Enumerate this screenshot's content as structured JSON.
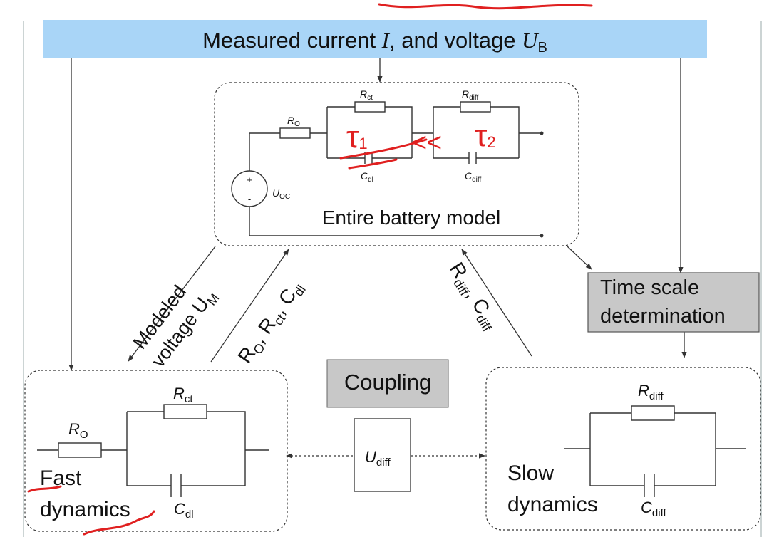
{
  "header": {
    "prefix": "Measured current ",
    "current_symbol": "I",
    "middle": ", and voltage ",
    "voltage_symbol": "U",
    "voltage_sub": "B"
  },
  "entire_model": {
    "title": "Entire battery model",
    "r0": "R",
    "r0_sub": "O",
    "rct": "R",
    "rct_sub": "ct",
    "rdiff": "R",
    "rdiff_sub": "diff",
    "cdl": "C",
    "cdl_sub": "dl",
    "cdiff": "C",
    "cdiff_sub": "diff",
    "uoc": "U",
    "uoc_sub": "OC",
    "plus": "+",
    "minus": "-"
  },
  "handwriting": {
    "tau1": "τ",
    "tau1_sub": "1",
    "less": "<<",
    "tau2": "τ",
    "tau2_sub": "2"
  },
  "arrow_labels": {
    "modeled_line1": "Modeled",
    "modeled_line2": "voltage U",
    "modeled_sub": "M",
    "fast_params": "R",
    "fast_params_r0_sub": "O",
    "fast_params_rct": ", R",
    "fast_params_rct_sub": "ct",
    "fast_params_cdl": ", C",
    "fast_params_cdl_sub": "dl",
    "slow_params_r": "R",
    "slow_params_r_sub": "diff",
    "slow_params_c": ", C",
    "slow_params_c_sub": "diff"
  },
  "time_scale": {
    "line1": "Time scale",
    "line2": "determination"
  },
  "coupling": {
    "label": "Coupling",
    "udiff": "U",
    "udiff_sub": "diff"
  },
  "fast": {
    "line1": "Fast",
    "line2": "dynamics",
    "r0": "R",
    "r0_sub": "O",
    "rct": "R",
    "rct_sub": "ct",
    "cdl": "C",
    "cdl_sub": "dl"
  },
  "slow": {
    "line1": "Slow",
    "line2": "dynamics",
    "rdiff": "R",
    "rdiff_sub": "diff",
    "cdiff": "C",
    "cdiff_sub": "diff"
  },
  "colors": {
    "header_bg": "#a9d5f7",
    "gray_box": "#c8c8c8",
    "ink": "#e02020"
  }
}
